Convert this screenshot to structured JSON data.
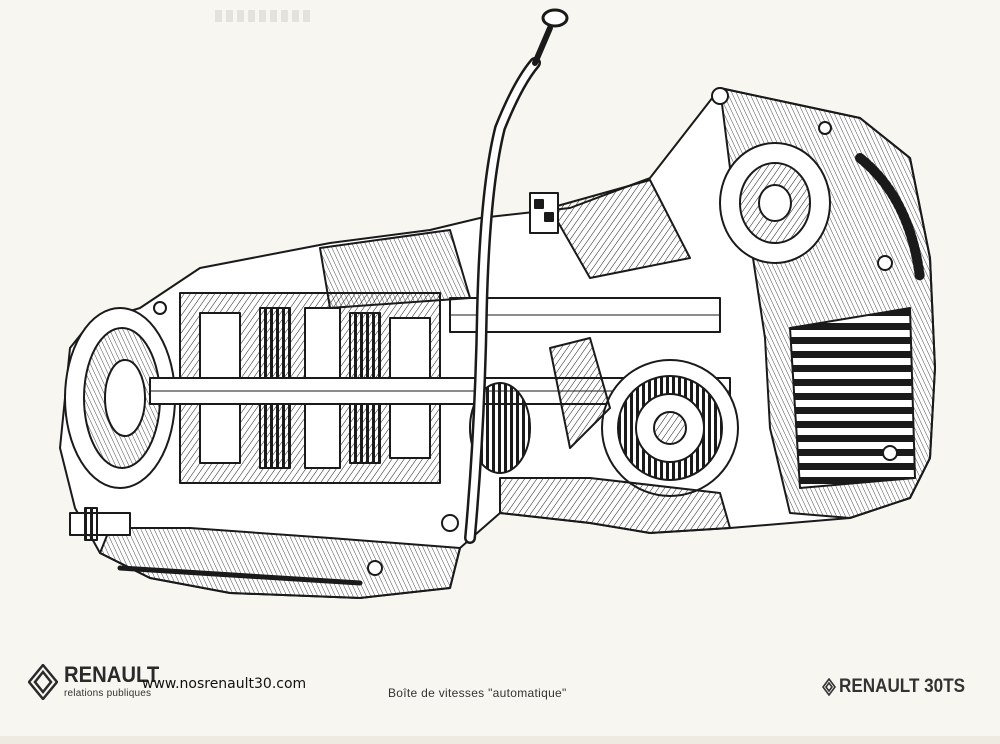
{
  "brand": {
    "name": "RENAULT",
    "subtitle": "relations publiques",
    "website": "www.nosrenault30.com"
  },
  "caption": "Boîte de vitesses \"automatique\"",
  "model": {
    "label": "RENAULT 30TS"
  },
  "colors": {
    "paper": "#f8f6f0",
    "ink": "#1a1a1a",
    "grey": "#cfcfcf"
  }
}
